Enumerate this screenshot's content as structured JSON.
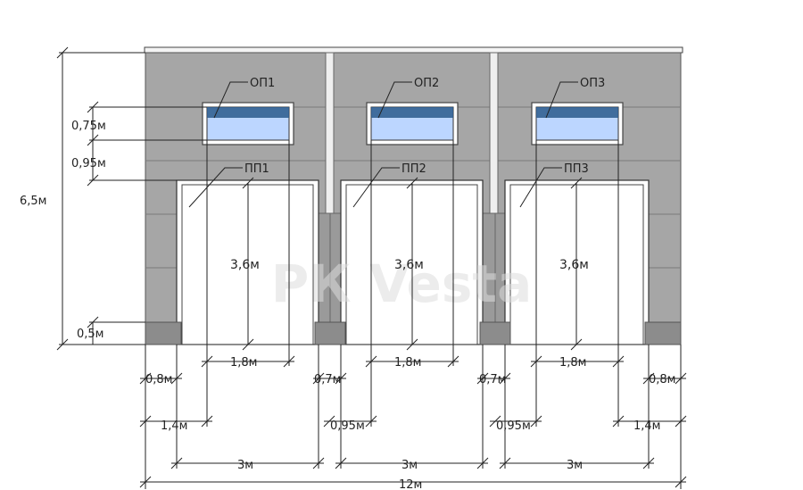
{
  "labels": {
    "windows": [
      "ОП1",
      "ОП2",
      "ОП3"
    ],
    "doors": [
      "ПП1",
      "ПП2",
      "ПП3"
    ]
  },
  "dimensions": {
    "total_height": "6,5м",
    "window_height": "0,75м",
    "gap_above_door": "0,95м",
    "plinth": "0,5м",
    "door_height": "3,6м",
    "window_width": "1,8м",
    "side_left": "0,8м",
    "side_right": "0,8м",
    "mid": "0,7м",
    "window_offset_side": "1,4м",
    "window_offset_mid": "0,95м",
    "door_width": "3м",
    "total_width": "12м"
  },
  "watermark": "РК Vesta",
  "colors": {
    "wall": "#a6a6a6",
    "base": "#8c8c8c",
    "glass": "#bcd6ff",
    "glass_top": "#2a5a8c",
    "line": "#222222"
  }
}
